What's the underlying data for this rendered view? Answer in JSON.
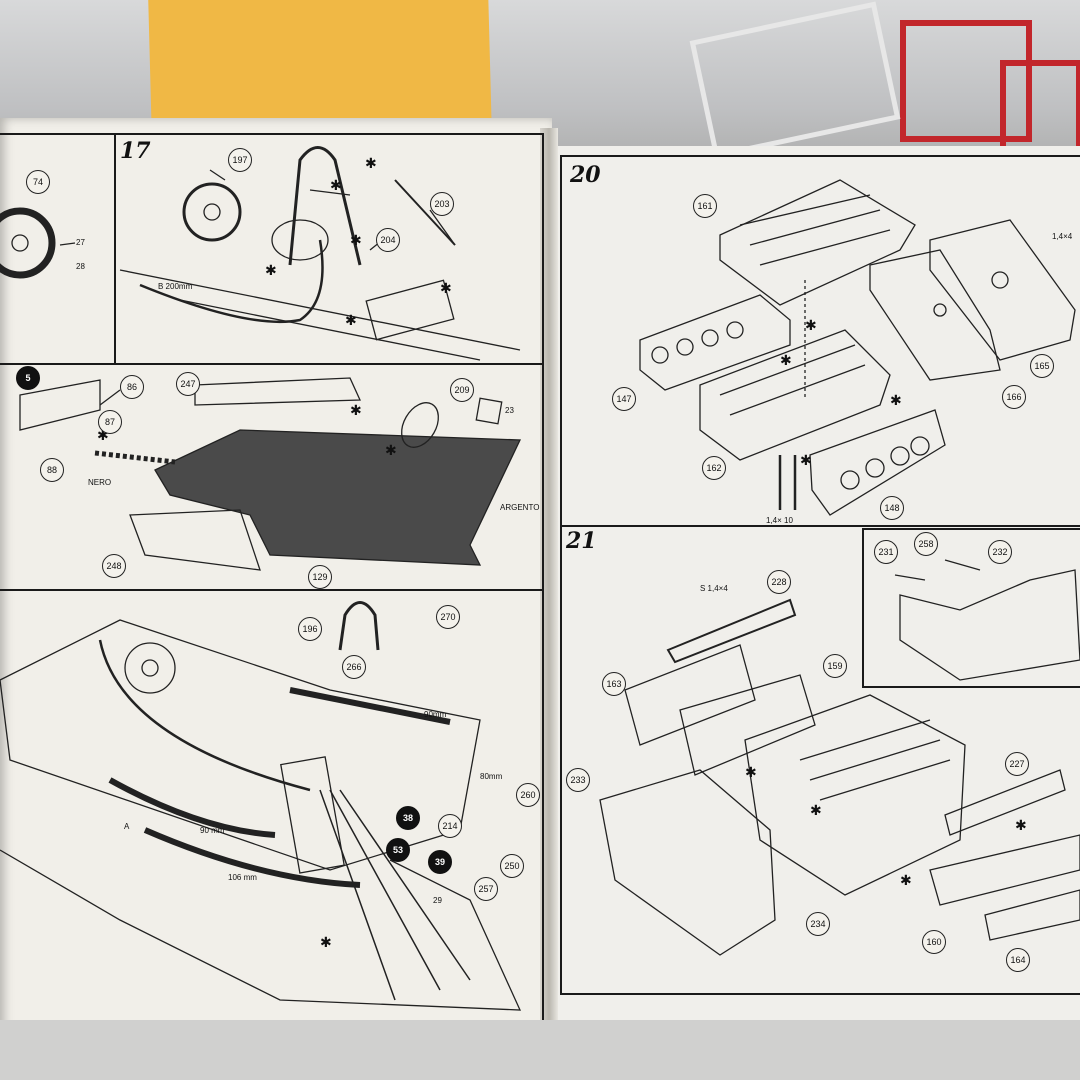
{
  "left_page": {
    "steps": [
      "17"
    ],
    "part_numbers": [
      "74",
      "27",
      "28",
      "197",
      "203",
      "204",
      "5",
      "86",
      "87",
      "88",
      "247",
      "209",
      "23",
      "248",
      "129",
      "196",
      "270",
      "266",
      "38",
      "214",
      "53",
      "39",
      "257",
      "250",
      "260",
      "29"
    ],
    "labels": {
      "b200": "B 200mm",
      "nero": "NERO",
      "argento": "ARGENTO",
      "len90a": "90mm",
      "len90b": "90 mm",
      "len80": "80mm",
      "len106": "106 mm",
      "a": "A"
    }
  },
  "right_page": {
    "steps": [
      "20",
      "21"
    ],
    "part_numbers": [
      "161",
      "165",
      "166",
      "147",
      "162",
      "148",
      "231",
      "258",
      "232",
      "228",
      "159",
      "163",
      "233",
      "227",
      "234",
      "160",
      "164"
    ],
    "labels": {
      "screw1": "1,4×4",
      "screw2": "1,4× 10",
      "screw3": "S 1,4×4"
    }
  },
  "colors": {
    "paper": "#f1efe9",
    "ink": "#111111",
    "yellow_card": "#f0b845",
    "red_sprue": "#c2262b"
  }
}
